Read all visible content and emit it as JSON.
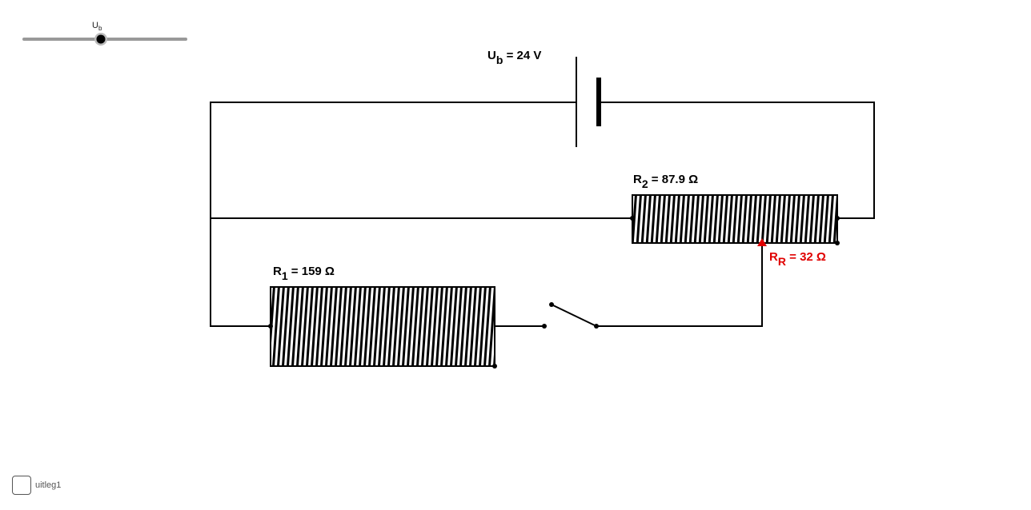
{
  "slider": {
    "label_main": "U",
    "label_sub": "b",
    "value_fraction": 0.48
  },
  "battery": {
    "label_main": "U",
    "label_sub": "b",
    "label_rest": " = 24 V"
  },
  "r1": {
    "label_main": "R",
    "label_sub": "1",
    "label_rest": " = 159 Ω"
  },
  "r2": {
    "label_main": "R",
    "label_sub": "2",
    "label_rest": " = 87.9 Ω"
  },
  "rr": {
    "label_main": "R",
    "label_sub": "R",
    "label_rest": " = 32 Ω",
    "color": "#e00000"
  },
  "checkbox": {
    "label": "uitleg1",
    "checked": false
  },
  "colors": {
    "wire": "#000000",
    "slider_track": "#999999",
    "slider_knob": "#000000"
  }
}
